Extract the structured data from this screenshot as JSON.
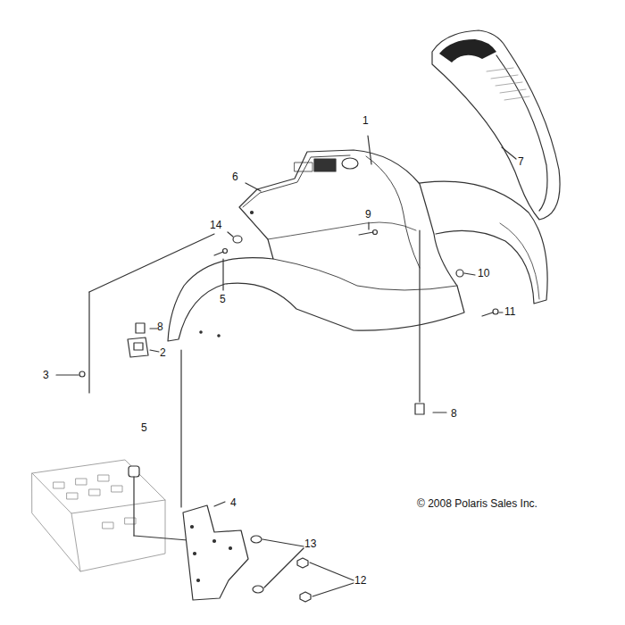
{
  "diagram": {
    "labels": [
      "1",
      "7",
      "6",
      "9",
      "14",
      "5",
      "10",
      "8",
      "2",
      "11",
      "3",
      "8",
      "5",
      "4",
      "13",
      "12",
      "© 2008 Polaris Sales Inc."
    ]
  }
}
